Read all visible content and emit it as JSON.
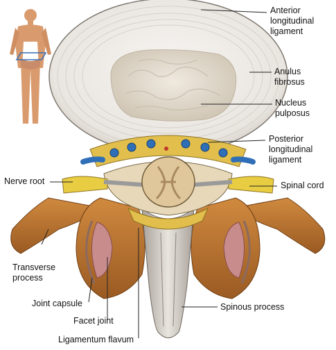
{
  "labels": {
    "anterior_longitudinal_ligament": "Anterior\nlongitudinal\nligament",
    "anulus_fibrosus": "Anulus\nfibrosus",
    "nucleus_pulposus": "Nucleus\npulposus",
    "posterior_longitudinal_ligament": "Posterior\nlongitudinal\nligament",
    "nerve_root": "Nerve root",
    "spinal_cord": "Spinal cord",
    "transverse_process": "Transverse\nprocess",
    "joint_capsule": "Joint capsule",
    "facet_joint": "Facet joint",
    "spinous_process": "Spinous process",
    "ligamentum_flavum": "Ligamentum flavum"
  },
  "colors": {
    "disc_outer": "#e6e1dc",
    "nucleus": "#dcd4c6",
    "bone": "#b9722f",
    "fat": "#e2bf4c",
    "vessel_blue": "#2f6fb8",
    "nerve_yellow": "#e8cc42",
    "cord": "#e0c79b",
    "cartilage_pink": "#c98c8c",
    "skin": "#d99b6e"
  }
}
